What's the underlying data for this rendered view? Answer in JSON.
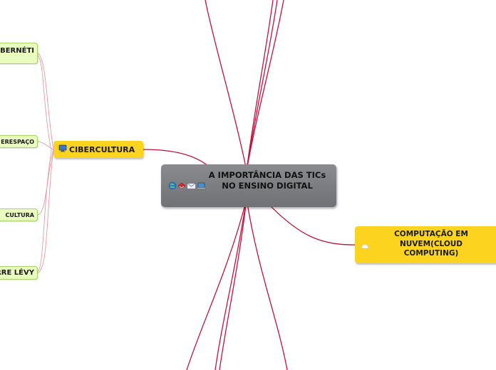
{
  "central": {
    "title": "A IMPORTÂNCIA DAS TICs NO ENSINO DIGITAL",
    "icons": [
      "globe-icon",
      "book-icon",
      "mail-icon",
      "laptop-icon"
    ]
  },
  "topics": {
    "cibercultura": {
      "label": "CIBERCULTURA",
      "icon": "computer-icon"
    },
    "cloud": {
      "label": "COMPUTAÇÃO EM NUVEM(CLOUD COMPUTING)",
      "icon": "cloud-icon"
    }
  },
  "leaves": {
    "ciberneti": "BERNÉTI",
    "ciberespaco": "ERESPAÇO",
    "cultura": "CULTURA",
    "levy": "RRE LÉVY"
  },
  "colors": {
    "link": "#c0143c",
    "leaf_link": "#e58f97",
    "topic": "#fcd41f",
    "leaf_bg": "#eafbc0",
    "central_bg": "#808185"
  }
}
